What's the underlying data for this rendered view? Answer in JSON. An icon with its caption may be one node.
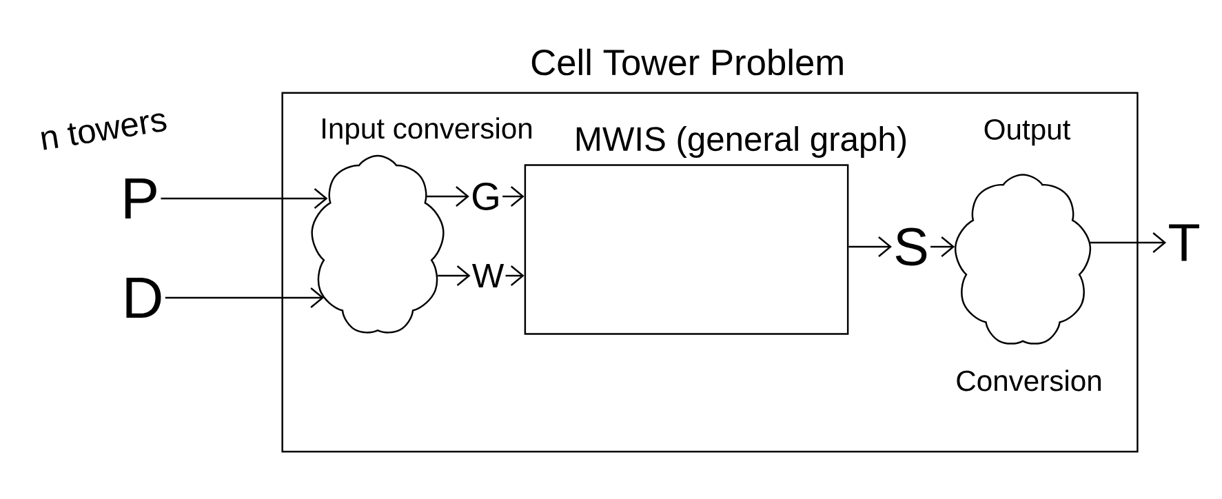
{
  "diagram": {
    "nodes": [
      {
        "text": [
          "Cell Tower Problem"
        ]
      },
      {
        "text": [
          "P"
        ]
      },
      {
        "text": [
          "D"
        ]
      },
      {
        "text": [
          "Input conversion"
        ],
        "in": 0
      },
      {
        "text": [
          "G"
        ],
        "in": 0
      },
      {
        "text": [
          "W"
        ],
        "in": 0
      },
      {
        "text": [
          "MWIS (general graph)"
        ],
        "in": 0
      },
      {
        "text": [
          "S"
        ],
        "in": 0
      },
      {
        "text": [
          "Output",
          "Conversion"
        ],
        "in": 0
      },
      {
        "text": [
          "T"
        ]
      }
    ],
    "edges": [
      {
        "from": 1,
        "to": 3,
        "arrow": "to"
      },
      {
        "from": 2,
        "to": 3,
        "arrow": "to"
      },
      {
        "from": 3,
        "to": 4,
        "arrow": "to"
      },
      {
        "from": 3,
        "to": 5,
        "arrow": "to"
      },
      {
        "from": 4,
        "to": 6,
        "arrow": "to"
      },
      {
        "from": 5,
        "to": 6,
        "arrow": "to"
      },
      {
        "from": 6,
        "to": 7,
        "arrow": "to"
      },
      {
        "from": 7,
        "to": 8,
        "arrow": "to"
      },
      {
        "from": 8,
        "to": 9,
        "arrow": "to"
      }
    ],
    "labels": [
      "n towers"
    ]
  }
}
